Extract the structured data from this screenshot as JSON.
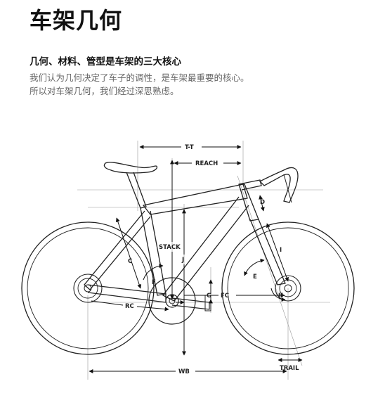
{
  "title": "车架几何",
  "subtitle": "几何、材料、管型是车架的三大核心",
  "description": [
    "我们认为几何决定了车子的调性，是车架最重要的核心。",
    "所以对车架几何，我们经过深思熟虑。"
  ],
  "diagram": {
    "labels": {
      "tt": "T-T",
      "reach": "REACH",
      "stack": "STACK",
      "j": "J",
      "c": "C",
      "f": "F",
      "rc": "RC",
      "d": "D",
      "i": "I",
      "e": "E",
      "g": "G",
      "fc": "FC",
      "h": "H",
      "wb": "WB",
      "trail": "TRAIL"
    }
  }
}
